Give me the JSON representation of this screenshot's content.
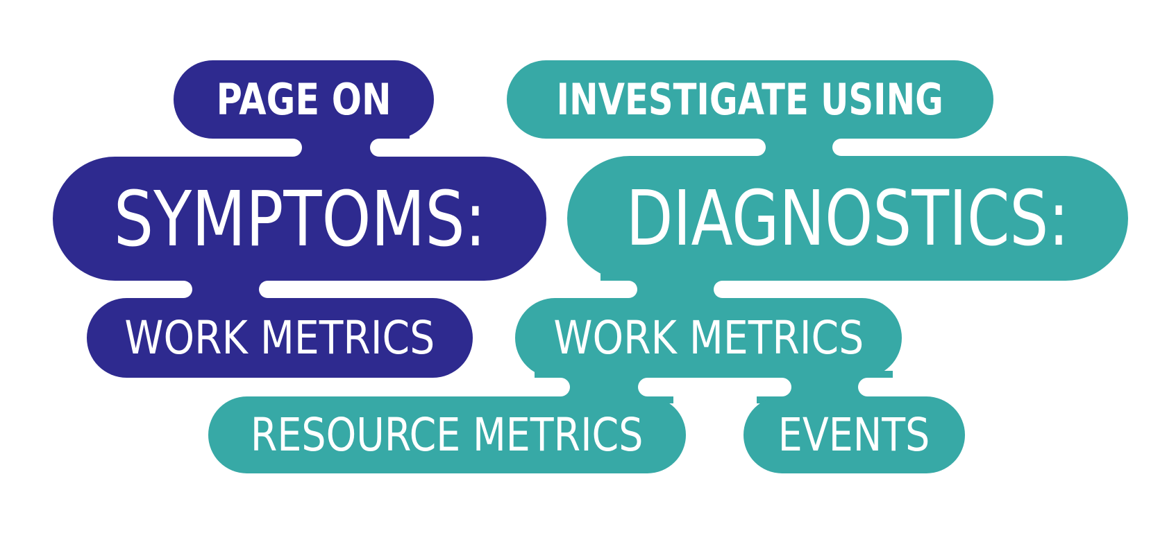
{
  "colors": {
    "symptoms": "#2E2A8F",
    "diagnostics": "#37A9A6",
    "text": "#FFFFFF",
    "background": "#FFFFFF"
  },
  "symptoms": {
    "header": "PAGE ON",
    "title": "SYMPTOMS:",
    "items": [
      "WORK METRICS"
    ]
  },
  "diagnostics": {
    "header": "INVESTIGATE USING",
    "title": "DIAGNOSTICS:",
    "items": [
      "WORK METRICS",
      "RESOURCE METRICS",
      "EVENTS"
    ]
  }
}
